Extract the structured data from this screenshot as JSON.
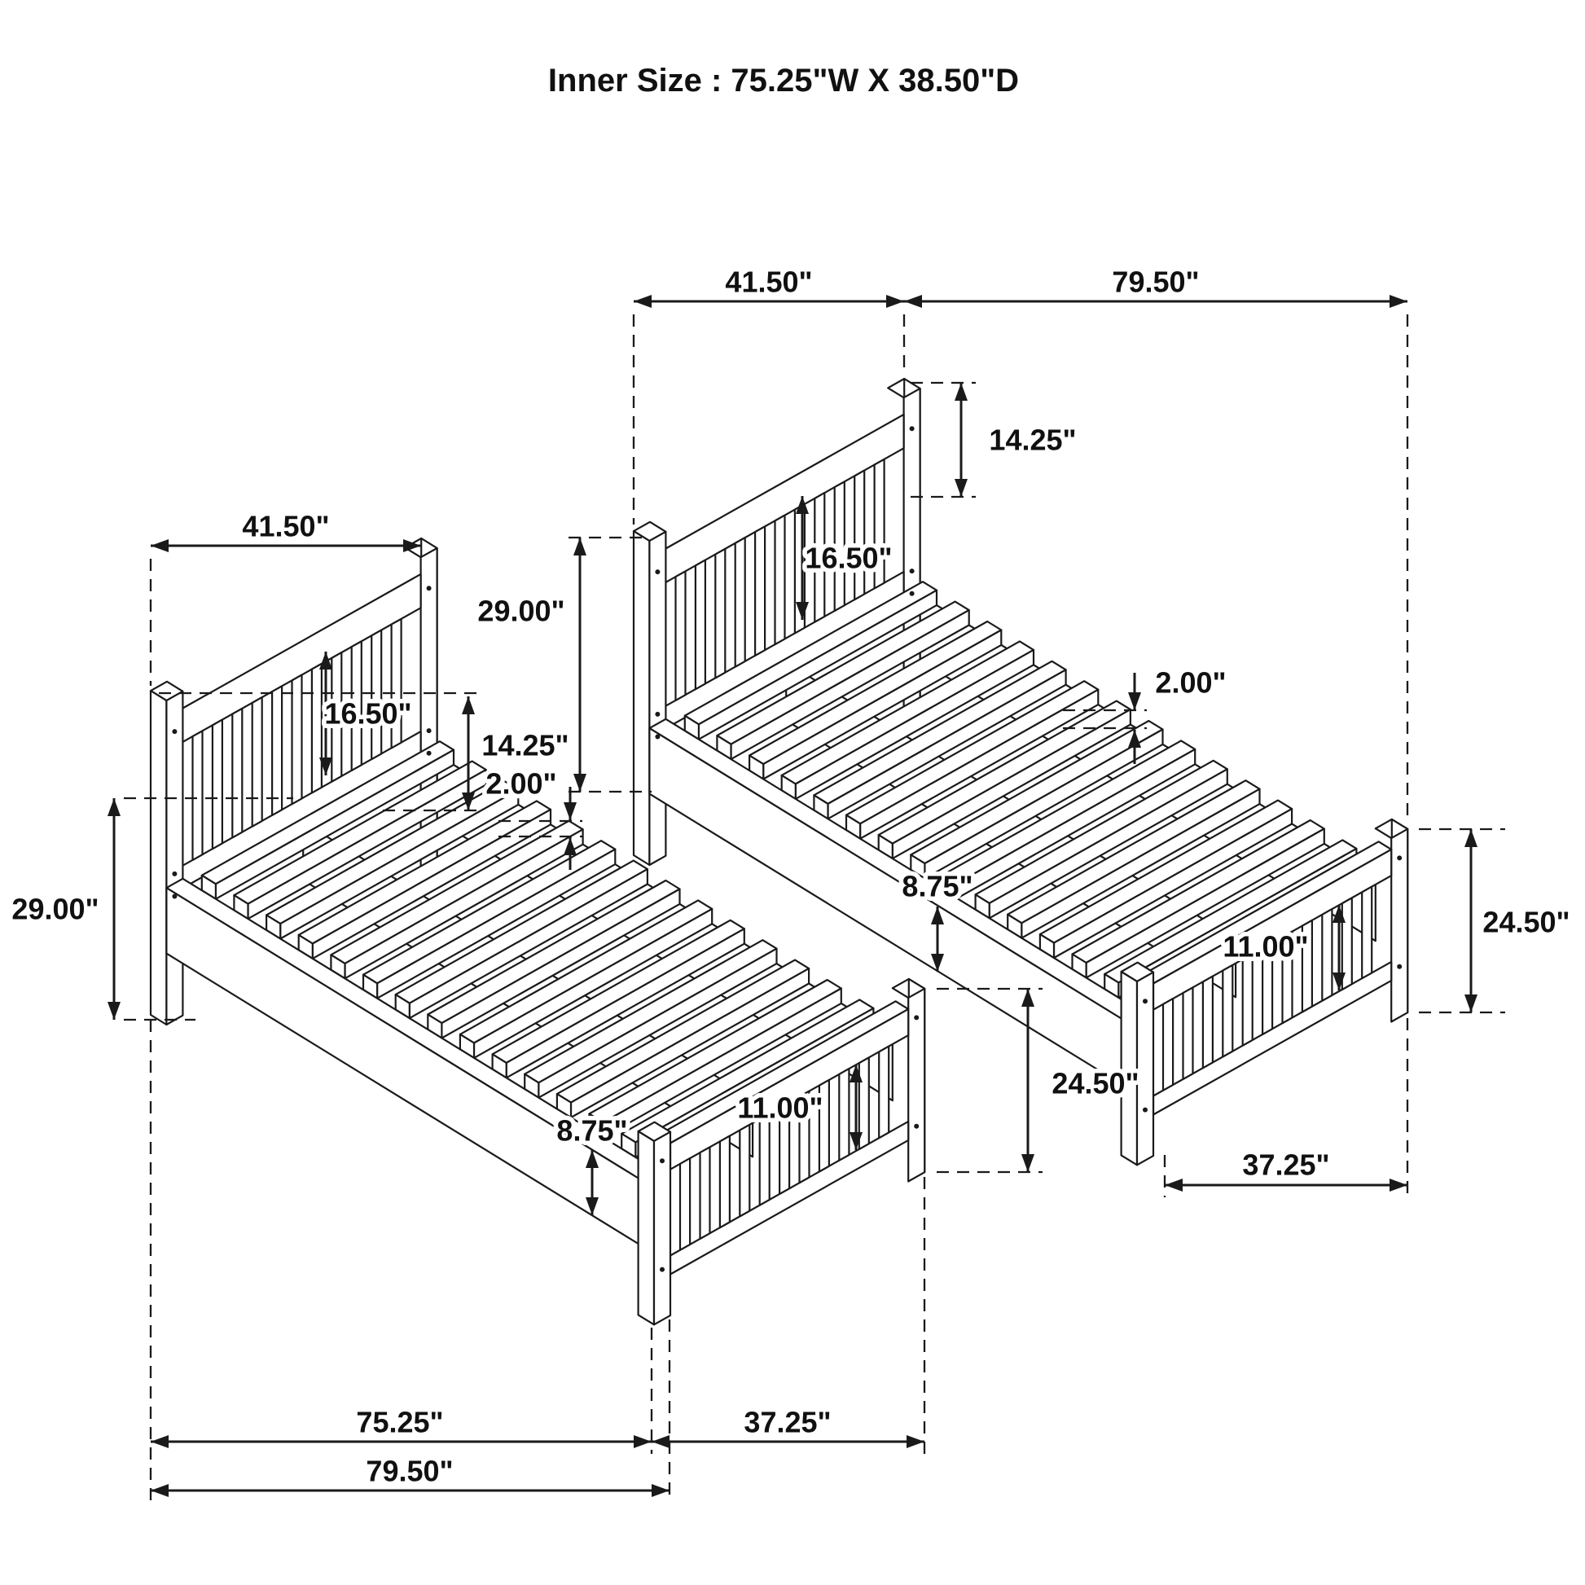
{
  "title": "Inner Size : 75.25\"W X  38.50\"D",
  "colors": {
    "line": "#1a1a1a",
    "background": "#ffffff"
  },
  "beds": {
    "top": {
      "width": "41.50\"",
      "length": "79.50\"",
      "post_to_rail": "14.25\"",
      "headboard_panel": "16.50\"",
      "headboard_height": "29.00\"",
      "slat_thickness": "2.00\"",
      "footboard_height": "24.50\"",
      "rail_width": "8.75\"",
      "footboard_panel": "11.00\"",
      "footboard_width": "37.25\""
    },
    "bottom": {
      "width": "41.50\"",
      "post_to_rail": "14.25\"",
      "headboard_panel": "16.50\"",
      "headboard_height": "29.00\"",
      "slat_thickness": "2.00\"",
      "footboard_height": "24.50\"",
      "rail_width": "8.75\"",
      "footboard_panel": "11.00\"",
      "inner_length": "75.25\"",
      "footboard_width": "37.25\"",
      "length": "79.50\""
    }
  }
}
